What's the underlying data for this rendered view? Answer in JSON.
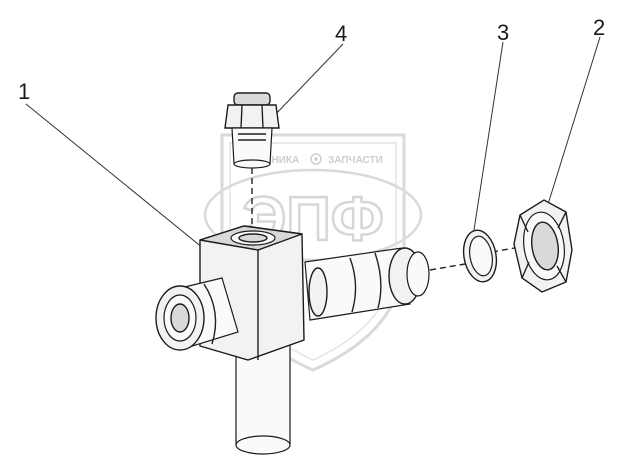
{
  "labels": {
    "part1": "1",
    "part2": "2",
    "part3": "3",
    "part4": "4"
  },
  "watermark": {
    "left_text": "ТЕХНИКА",
    "right_text": "ЗАПЧАСТИ",
    "logo_text": "ЭПФ"
  },
  "colors": {
    "line": "#1c1c1c",
    "watermark": "#d2d2d2",
    "background": "#ffffff"
  }
}
